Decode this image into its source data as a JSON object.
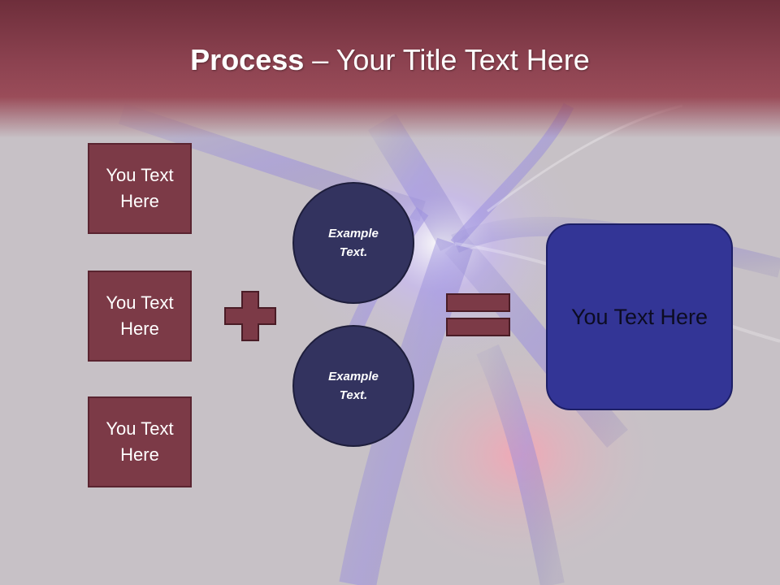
{
  "slide": {
    "title_bold": "Process",
    "title_rest": " – Your Title Text Here"
  },
  "inputs": [
    {
      "label": "You Text Here"
    },
    {
      "label": "You Text Here"
    },
    {
      "label": "You Text Here"
    }
  ],
  "circles": [
    {
      "label": "Example Text."
    },
    {
      "label": "Example Text."
    }
  ],
  "result": {
    "label": "You Text Here"
  },
  "colors": {
    "title_band": "#8c4250",
    "input_box": "#7c3a47",
    "operator": "#7c3a47",
    "circle": "#33335f",
    "result_box": "#333596"
  },
  "icons": {
    "plus": "plus-icon",
    "equals": "equals-icon"
  }
}
